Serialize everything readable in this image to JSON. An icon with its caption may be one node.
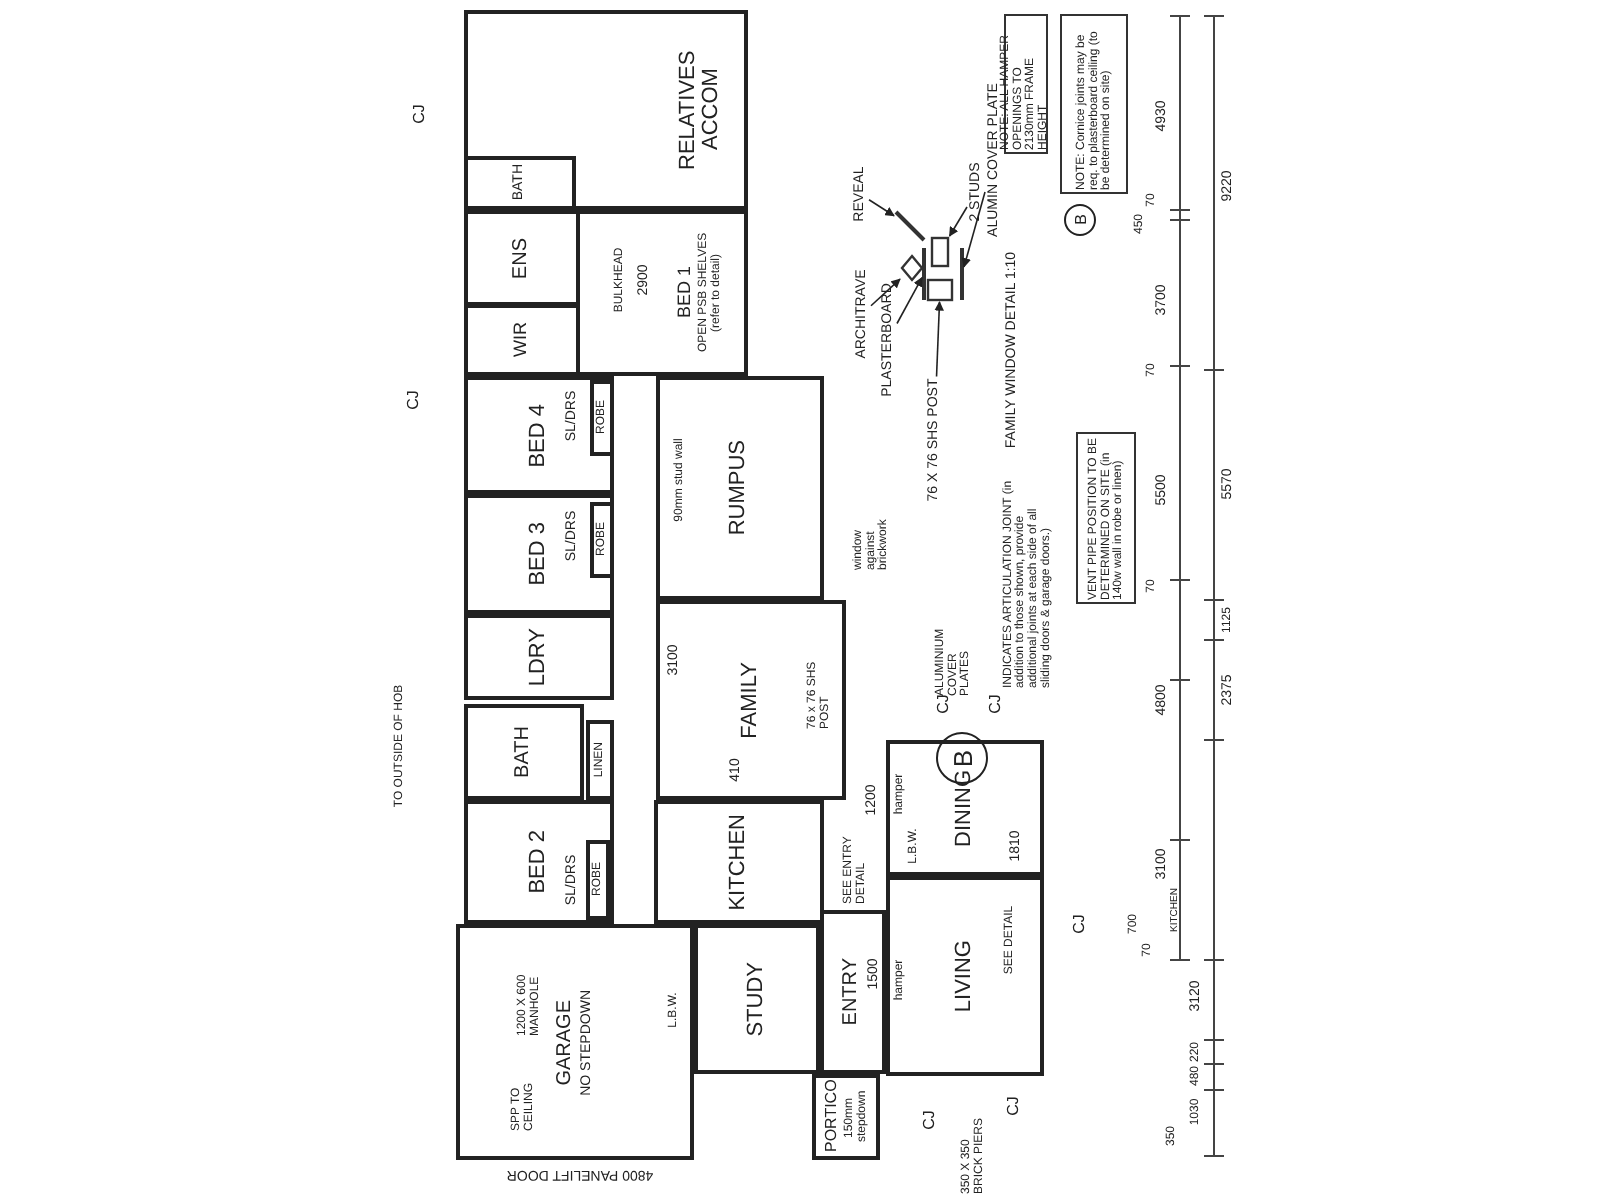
{
  "diagram": {
    "nodes": [
      {
        "text": [
          "RELATIVES ACCOM"
        ]
      },
      {
        "text": [
          "BATH"
        ],
        "in": 0
      },
      {
        "text": [
          "ENS"
        ]
      },
      {
        "text": [
          "WIR"
        ]
      },
      {
        "text": [
          "BED 1",
          "OPEN PSB SHELVES (refer to detail)"
        ]
      },
      {
        "text": [
          "BED 4"
        ]
      },
      {
        "text": [
          "ROBE"
        ],
        "in": 5
      },
      {
        "text": [
          "BED 3"
        ]
      },
      {
        "text": [
          "ROBE"
        ],
        "in": 7
      },
      {
        "text": [
          "RUMPUS"
        ]
      },
      {
        "text": [
          "LDRY"
        ]
      },
      {
        "text": [
          "BATH"
        ]
      },
      {
        "text": [
          "LINEN"
        ]
      },
      {
        "text": [
          "FAMILY"
        ]
      },
      {
        "text": [
          "KITCHEN"
        ]
      },
      {
        "text": [
          "BED 2"
        ]
      },
      {
        "text": [
          "ROBE"
        ],
        "in": 15
      },
      {
        "text": [
          "GARAGE",
          "NO STEPDOWN"
        ]
      },
      {
        "text": [
          "STUDY"
        ]
      },
      {
        "text": [
          "ENTRY"
        ]
      },
      {
        "text": [
          "PORTICO",
          "150mm stepdown"
        ]
      },
      {
        "text": [
          "DINING"
        ]
      },
      {
        "text": [
          "LIVING"
        ]
      },
      {
        "text": [
          "NOTE: ALL HAMPER OPENINGS TO 2130mm FRAME HEIGHT"
        ]
      },
      {
        "text": [
          "NOTE: Cornice joints may be req. to plasterboard ceiling (to be determined on site)"
        ]
      },
      {
        "text": [
          "VENT PIPE POSITION TO BE DETERMINED ON SITE (in 140w wall in robe or linen)"
        ]
      },
      {
        "text": [
          "B"
        ]
      },
      {
        "text": [
          "B"
        ]
      },
      {
        "text": [
          "REVEAL"
        ]
      },
      {
        "text": [
          "ARCHITRAVE"
        ]
      },
      {
        "text": [
          "PLASTERBOARD"
        ]
      },
      {
        "text": [
          "76 X 76 SHS POST"
        ]
      },
      {
        "text": [
          "2 STUDS"
        ]
      },
      {
        "text": [
          "ALUMIN COVER PLATE"
        ]
      },
      {
        "text": [],
        "shape": "bar"
      },
      {
        "text": [],
        "shape": "diamond"
      },
      {
        "text": [],
        "shape": "bar"
      },
      {
        "text": [],
        "shape": "box"
      },
      {
        "text": [],
        "shape": "box"
      },
      {
        "text": [],
        "shape": "bar"
      }
    ],
    "edges": [
      {
        "from": 28,
        "to": 34,
        "arrow": "to"
      },
      {
        "from": 29,
        "to": 35,
        "arrow": "to"
      },
      {
        "from": 30,
        "to": 36,
        "arrow": "to"
      },
      {
        "from": 31,
        "to": 38,
        "arrow": "to"
      },
      {
        "from": 32,
        "to": 37,
        "arrow": "to"
      },
      {
        "from": 33,
        "to": 39,
        "arrow": "to"
      }
    ],
    "labels": [
      "FAMILY WINDOW DETAIL 1:10",
      "INDICATES ARTICULATION JOINT (in addition to those shown, provide additional joints at each side of all sliding doors & garage doors.)",
      "4800 PANELIFT DOOR",
      "1200 X 600 MANHOLE",
      "SPP TO CEILING",
      "L.B.W.",
      "L.B.W.",
      "SEE ENTRY DETAIL",
      "SEE DETAIL",
      "350 X 350 BRICK PIERS",
      "76 x 76 SHS POST",
      "ALUMINIUM COVER PLATES",
      "window against brickwork",
      "BULKHEAD",
      "2900",
      "90mm stud wall",
      "SL/DRS",
      "SL/DRS",
      "SL/DRS",
      "hamper",
      "hamper",
      "1810",
      "1200",
      "1500",
      "3100",
      "410",
      "TO OUTSIDE OF HOB",
      "CJ",
      "CJ",
      "CJ",
      "CJ",
      "CJ",
      "CJ",
      "CJ",
      "4930",
      "70",
      "450",
      "3700",
      "70",
      "5500",
      "70",
      "4800",
      "3100",
      "KITCHEN",
      "700",
      "70",
      "3120",
      "220",
      "480",
      "1030",
      "350",
      "9220",
      "5570",
      "1125",
      "2375"
    ]
  }
}
